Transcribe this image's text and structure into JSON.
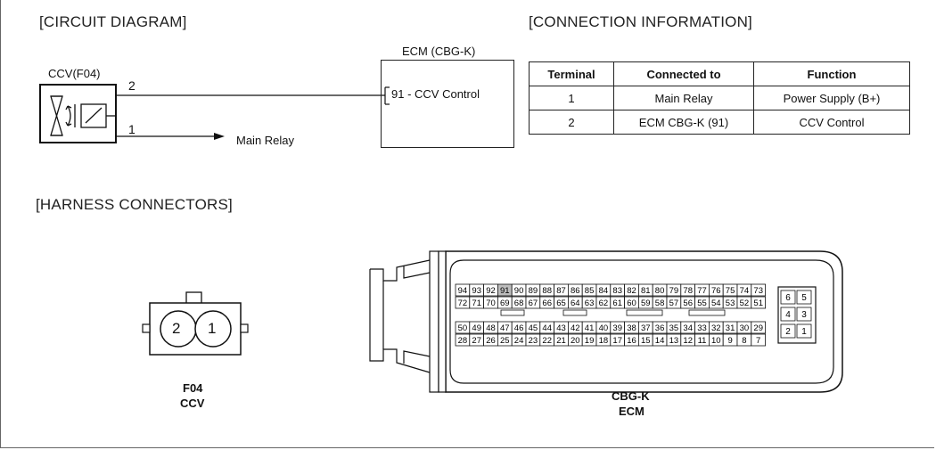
{
  "headings": {
    "circuit": "[CIRCUIT DIAGRAM]",
    "connection": "[CONNECTION INFORMATION]",
    "harness": "[HARNESS CONNECTORS]"
  },
  "circuit": {
    "ccv_label": "CCV(F04)",
    "ecm_label": "ECM (CBG-K)",
    "pin2": "2",
    "pin1": "1",
    "ecm_pin": "91 - CCV Control",
    "main_relay": "Main Relay"
  },
  "table": {
    "headers": [
      "Terminal",
      "Connected to",
      "Function"
    ],
    "rows": [
      [
        "1",
        "Main Relay",
        "Power Supply (B+)"
      ],
      [
        "2",
        "ECM CBG-K (91)",
        "CCV Control"
      ]
    ]
  },
  "connectors": {
    "f04": {
      "pins": [
        "2",
        "1"
      ],
      "name": "F04",
      "desc": "CCV"
    },
    "ecm": {
      "row1": [
        "94",
        "93",
        "92",
        "91",
        "90",
        "89",
        "88",
        "87",
        "86",
        "85",
        "84",
        "83",
        "82",
        "81",
        "80",
        "79",
        "78",
        "77",
        "76",
        "75",
        "74",
        "73"
      ],
      "row2": [
        "72",
        "71",
        "70",
        "69",
        "68",
        "67",
        "66",
        "65",
        "64",
        "63",
        "62",
        "61",
        "60",
        "59",
        "58",
        "57",
        "56",
        "55",
        "54",
        "53",
        "52",
        "51"
      ],
      "row3": [
        "50",
        "49",
        "48",
        "47",
        "46",
        "45",
        "44",
        "43",
        "42",
        "41",
        "40",
        "39",
        "38",
        "37",
        "36",
        "35",
        "34",
        "33",
        "32",
        "31",
        "30",
        "29"
      ],
      "row4": [
        "28",
        "27",
        "26",
        "25",
        "24",
        "23",
        "22",
        "21",
        "20",
        "19",
        "18",
        "17",
        "16",
        "15",
        "14",
        "13",
        "12",
        "11",
        "10",
        "9",
        "8",
        "7"
      ],
      "small": [
        [
          "6",
          "5"
        ],
        [
          "4",
          "3"
        ],
        [
          "2",
          "1"
        ]
      ],
      "highlight": "91",
      "name": "CBG-K",
      "desc": "ECM"
    }
  }
}
